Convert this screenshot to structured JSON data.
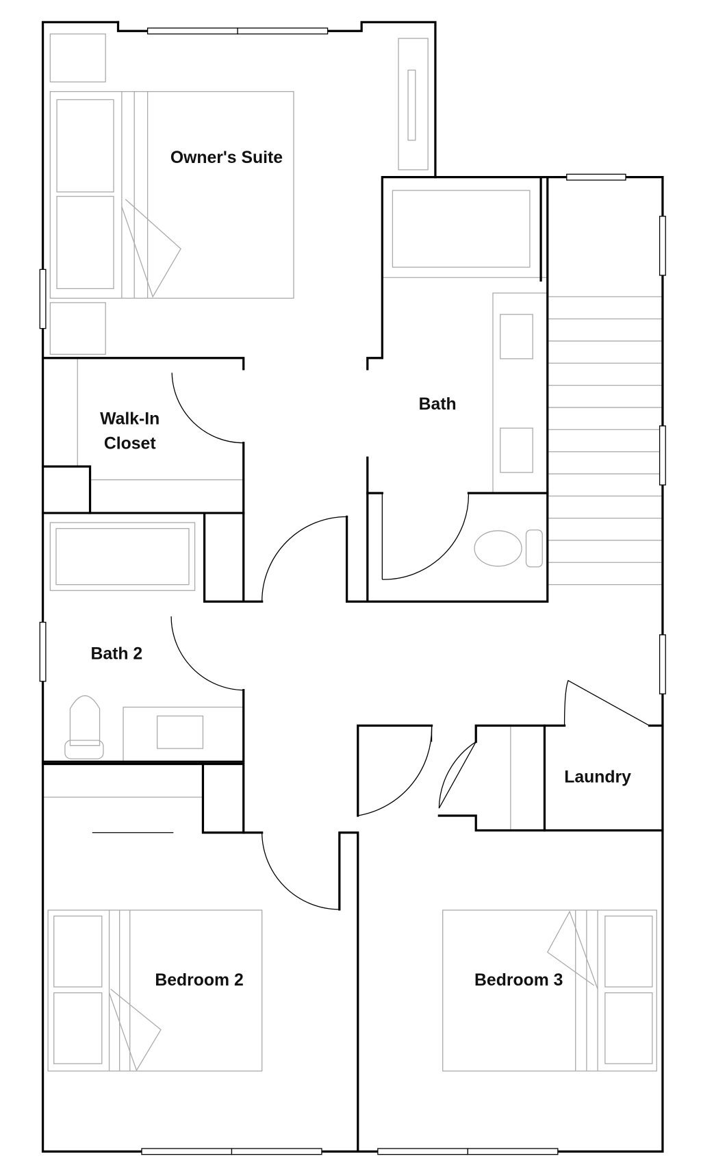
{
  "rooms": {
    "owners_suite": "Owner's Suite",
    "bath": "Bath",
    "walk_in_line1": "Walk-In",
    "walk_in_line2": "Closet",
    "bath2": "Bath 2",
    "laundry": "Laundry",
    "bedroom2": "Bedroom 2",
    "bedroom3": "Bedroom 3"
  }
}
